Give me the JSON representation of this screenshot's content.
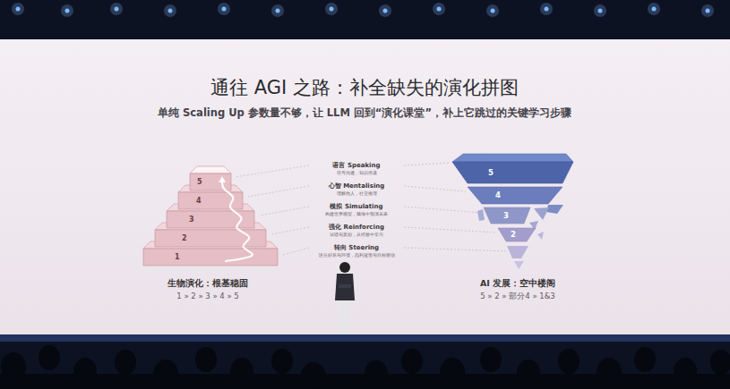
{
  "diagram": {
    "title": "通往 AGI 之路：补全缺失的演化拼图",
    "nodes": [
      {
        "text": [
          "1"
        ]
      },
      {
        "text": [
          "2"
        ]
      },
      {
        "text": [
          "3"
        ]
      },
      {
        "text": [
          "4"
        ]
      },
      {
        "text": [
          "5"
        ]
      },
      {
        "text": [
          "5"
        ]
      },
      {
        "text": [
          "4"
        ]
      },
      {
        "text": [
          "3"
        ]
      },
      {
        "text": [
          "2"
        ]
      }
    ],
    "labels": [
      "单纯 Scaling Up 参数量不够，让 LLM 回到“演化课堂”，补上它跳过的关键学习步骤",
      "语言 Speaking",
      "符号沟通，知识传递",
      "心智 Mentalising",
      "理解他人，社交推理",
      "模拟 Simulating",
      "构建世界模型，脑海中预演未来",
      "强化 Reinforcing",
      "试错与奖励，从经验中学习",
      "转向 Steering",
      "区分好坏与环境，趋利避害与目标驱动",
      "生物演化：根基稳固",
      "1 » 2 » 3 » 4 » 5",
      "AI 发展：空中楼阁",
      "5 » 2 » 部分4 » 1&3"
    ]
  }
}
